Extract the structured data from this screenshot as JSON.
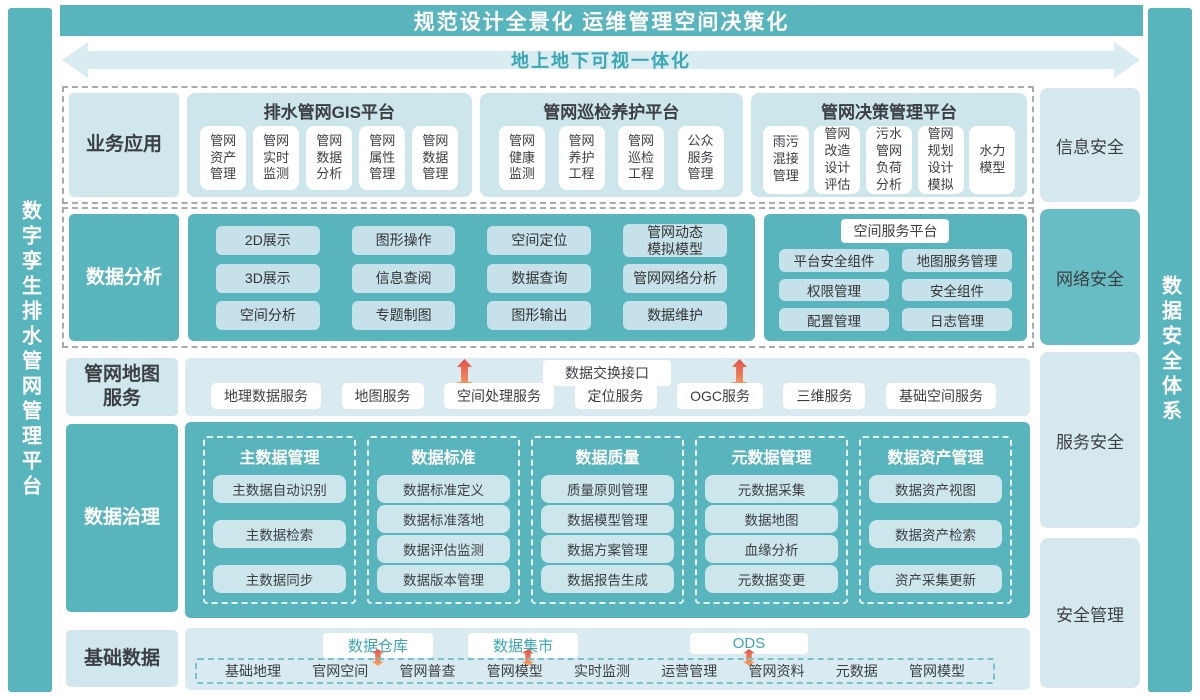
{
  "colors": {
    "teal": "#58b4bd",
    "teal_box": "#68bcc4",
    "light_block": "#cde6ec",
    "light_card": "#c6e1e9",
    "row_bg": "#d9ebf1",
    "arrow_banner_bg": "#d9ecf2",
    "teal_text": "#3aa7b3",
    "dark_text": "#3b3f42",
    "dash_gray": "#a6abae",
    "orange_arrow_top": "#e4524d",
    "orange_arrow_bottom": "#f6a55e"
  },
  "banner": {
    "title": "规范设计全景化  运维管理空间决策化"
  },
  "arrow_banner": {
    "label": "地上地下可视一体化"
  },
  "side_bars": {
    "left": "数字孪生排水管网管理平台",
    "right": "数据安全体系"
  },
  "security": {
    "items": [
      "信息安全",
      "网络安全",
      "服务安全",
      "安全管理"
    ]
  },
  "business_row": {
    "label": "业务应用",
    "groups": [
      {
        "title": "排水管网GIS平台",
        "cards": [
          "管网\n资产\n管理",
          "管网\n实时\n监测",
          "管网\n数据\n分析",
          "管网\n属性\n管理",
          "管网\n数据\n管理"
        ]
      },
      {
        "title": "管网巡检养护平台",
        "cards": [
          "管网\n健康\n监测",
          "管网\n养护\n工程",
          "管网\n巡检\n工程",
          "公众\n服务\n管理"
        ]
      },
      {
        "title": "管网决策管理平台",
        "cards": [
          "雨污\n混接\n管理",
          "管网\n改造\n设计\n评估",
          "污水\n管网\n负荷\n分析",
          "管网\n规划\n设计\n模拟",
          "水力\n模型"
        ]
      }
    ]
  },
  "analysis_row": {
    "label": "数据分析",
    "grid_cards": [
      "2D展示",
      "图形操作",
      "空间定位",
      "管网动态\n模拟模型",
      "3D展示",
      "信息查阅",
      "数据查询",
      "管网网络分析",
      "空间分析",
      "专题制图",
      "图形输出",
      "数据维护"
    ],
    "platform": {
      "title": "空间服务平台",
      "cards": [
        "平台安全组件",
        "地图服务管理",
        "权限管理",
        "安全组件",
        "配置管理",
        "日志管理"
      ]
    }
  },
  "map_row": {
    "label": "管网地图\n服务",
    "exchange_label": "数据交换接口",
    "services": [
      "地理数据服务",
      "地图服务",
      "空间处理服务",
      "定位服务",
      "OGC服务",
      "三维服务",
      "基础空间服务"
    ]
  },
  "governance_row": {
    "label": "数据治理",
    "groups": [
      {
        "title": "主数据管理",
        "cards": [
          "主数据自动识别",
          "主数据检索",
          "主数据同步"
        ]
      },
      {
        "title": "数据标准",
        "cards": [
          "数据标准定义",
          "数据标准落地",
          "数据评估监测",
          "数据版本管理"
        ]
      },
      {
        "title": "数据质量",
        "cards": [
          "质量原则管理",
          "数据模型管理",
          "数据方案管理",
          "数据报告生成"
        ]
      },
      {
        "title": "元数据管理",
        "cards": [
          "元数据采集",
          "数据地图",
          "血缘分析",
          "元数据变更"
        ]
      },
      {
        "title": "数据资产管理",
        "cards": [
          "数据资产视图",
          "数据资产检索",
          "资产采集更新"
        ]
      }
    ]
  },
  "base_row": {
    "label": "基础数据",
    "stores": [
      "数据仓库",
      "数据集市",
      "ODS"
    ],
    "sources": [
      "基础地理",
      "官网空间",
      "管网普查",
      "管网模型",
      "实时监测",
      "运营管理",
      "管网资料",
      "元数据",
      "管网模型"
    ]
  }
}
